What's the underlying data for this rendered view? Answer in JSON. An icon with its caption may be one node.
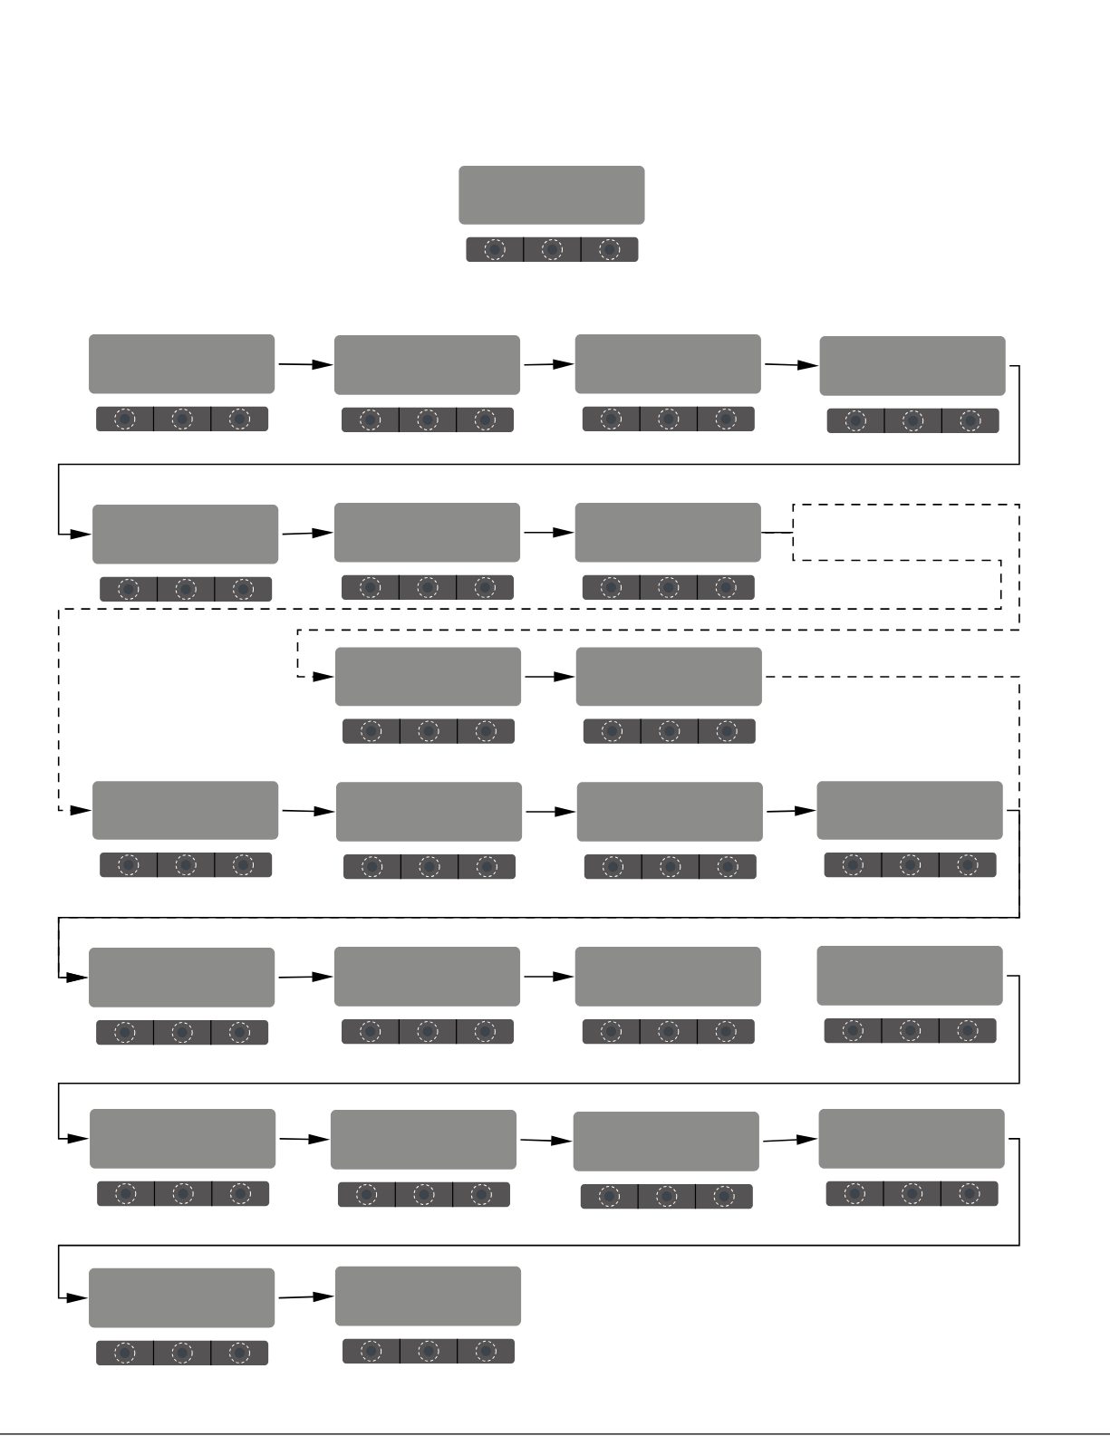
{
  "diagram": {
    "nodes": [
      {
        "text": [],
        "shape": "box"
      },
      {
        "text": [],
        "shape": "box"
      },
      {
        "text": [],
        "shape": "box"
      },
      {
        "text": [],
        "shape": "box"
      },
      {
        "text": [],
        "shape": "box"
      },
      {
        "text": [],
        "shape": "box"
      },
      {
        "text": [],
        "shape": "box"
      },
      {
        "text": [],
        "shape": "box"
      },
      {
        "text": [],
        "shape": "box"
      },
      {
        "text": [],
        "shape": "box"
      },
      {
        "text": [],
        "shape": "box"
      },
      {
        "text": [],
        "shape": "box"
      },
      {
        "text": [],
        "shape": "box"
      },
      {
        "text": [],
        "shape": "box"
      },
      {
        "text": [],
        "shape": "box"
      },
      {
        "text": [],
        "shape": "box"
      },
      {
        "text": [],
        "shape": "box"
      },
      {
        "text": [],
        "shape": "box"
      },
      {
        "text": [],
        "shape": "box"
      },
      {
        "text": [],
        "shape": "box"
      },
      {
        "text": [],
        "shape": "box"
      },
      {
        "text": [],
        "shape": "box"
      },
      {
        "text": [],
        "shape": "box"
      },
      {
        "text": [],
        "shape": "box"
      }
    ],
    "edges": [
      {
        "from": 1,
        "to": 2,
        "arrow": "to"
      },
      {
        "from": 2,
        "to": 3,
        "arrow": "to"
      },
      {
        "from": 3,
        "to": 4,
        "arrow": "to"
      },
      {
        "from": 4,
        "to": 5,
        "arrow": "to"
      },
      {
        "from": 5,
        "to": 6,
        "arrow": "to"
      },
      {
        "from": 6,
        "to": 7,
        "arrow": "to"
      },
      {
        "from": 7,
        "to": 8,
        "arrow": "to",
        "style": "dashed"
      },
      {
        "from": 7,
        "to": 10,
        "arrow": "to",
        "style": "dashed"
      },
      {
        "from": 8,
        "to": 9,
        "arrow": "to"
      },
      {
        "from": 9,
        "to": 14,
        "arrow": "to",
        "style": "dashed"
      },
      {
        "from": 10,
        "to": 11,
        "arrow": "to"
      },
      {
        "from": 11,
        "to": 12,
        "arrow": "to"
      },
      {
        "from": 12,
        "to": 13,
        "arrow": "to"
      },
      {
        "from": 13,
        "to": 14,
        "arrow": "to"
      },
      {
        "from": 14,
        "to": 15,
        "arrow": "to"
      },
      {
        "from": 15,
        "to": 16,
        "arrow": "to"
      },
      {
        "from": 17,
        "to": 18,
        "arrow": "to"
      },
      {
        "from": 18,
        "to": 19,
        "arrow": "to"
      },
      {
        "from": 19,
        "to": 20,
        "arrow": "to"
      },
      {
        "from": 20,
        "to": 21,
        "arrow": "to"
      },
      {
        "from": 21,
        "to": 22,
        "arrow": "to"
      },
      {
        "from": 22,
        "to": 23,
        "arrow": "to"
      }
    ]
  }
}
